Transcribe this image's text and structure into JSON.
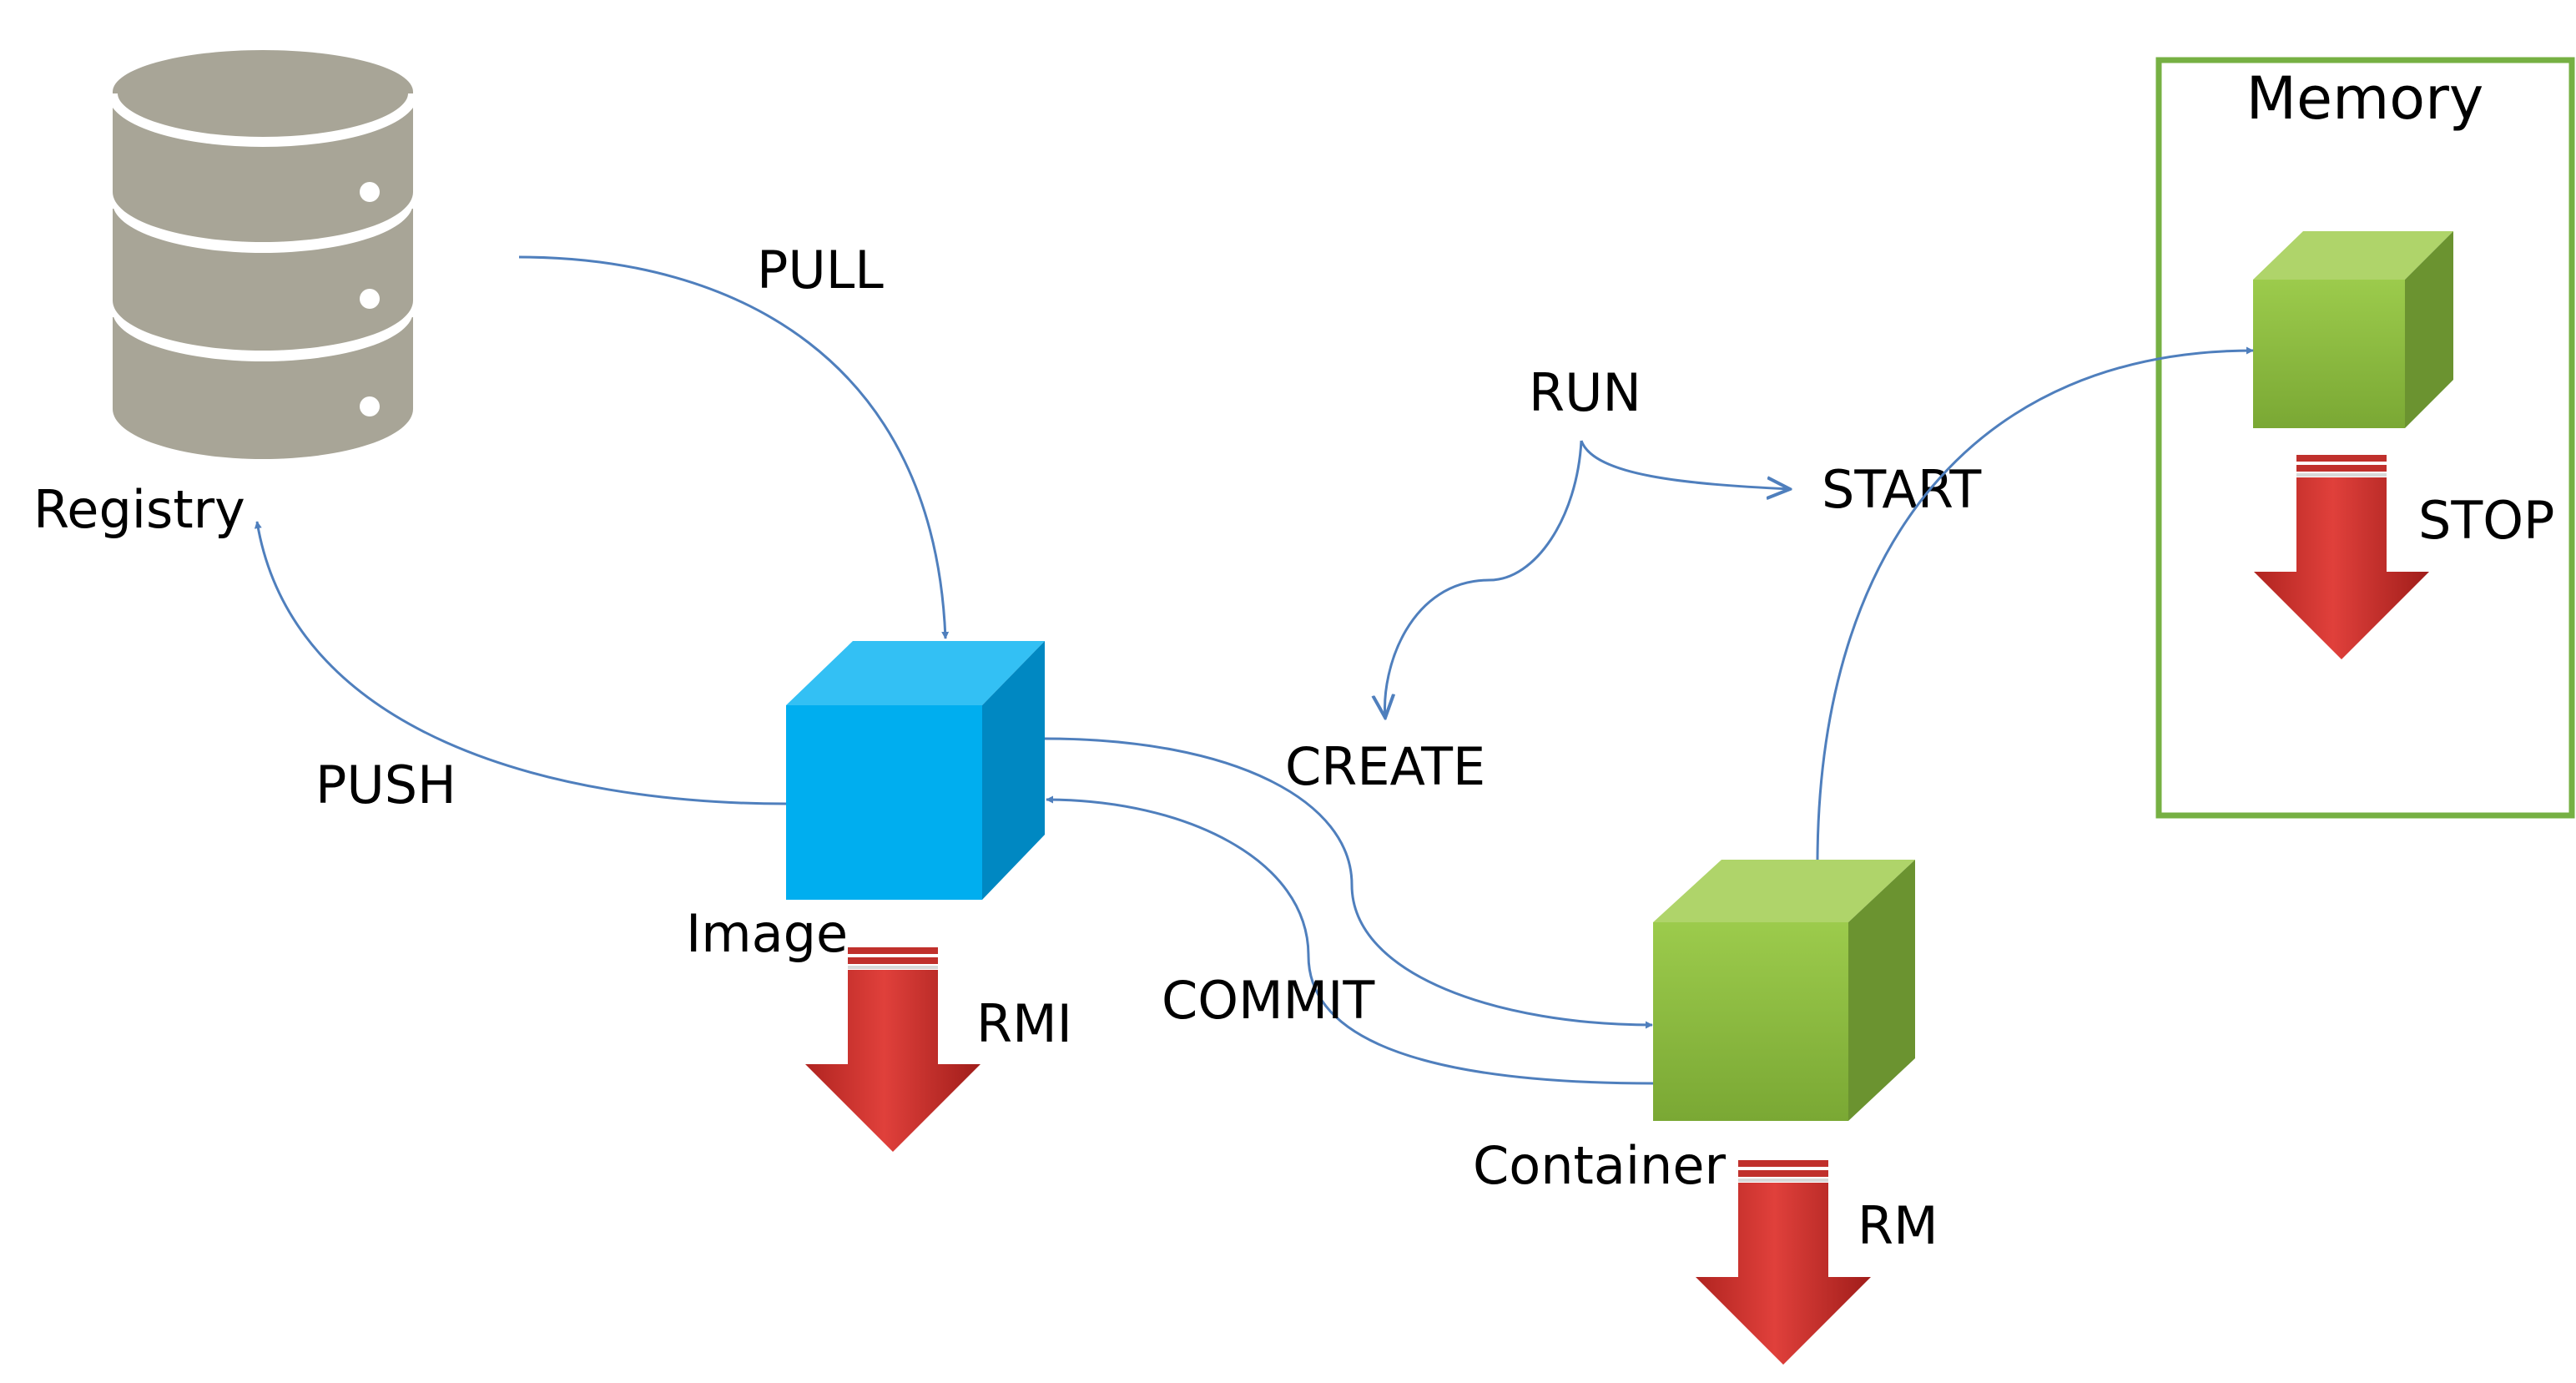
{
  "labels": {
    "registry": "Registry",
    "image": "Image",
    "container": "Container",
    "memory": "Memory",
    "pull": "PULL",
    "push": "PUSH",
    "run": "RUN",
    "start": "START",
    "create": "CREATE",
    "commit": "COMMIT",
    "rmi": "RMI",
    "rm": "RM",
    "stop": "STOP"
  },
  "colors": {
    "registry": "#a8a597",
    "image_front": "#00aeef",
    "image_top": "#33c0f4",
    "image_side": "#0088c2",
    "container_front": "#8dbd3e",
    "container_top": "#afd46a",
    "container_side": "#6b9330",
    "arrow": "#4f7fbd",
    "memory_border": "#76b043",
    "remove_arrow": "#d3302e"
  },
  "icons": {
    "registry": "database-icon",
    "image": "cube-icon",
    "container": "cube-icon",
    "remove": "down-arrow-icon"
  }
}
